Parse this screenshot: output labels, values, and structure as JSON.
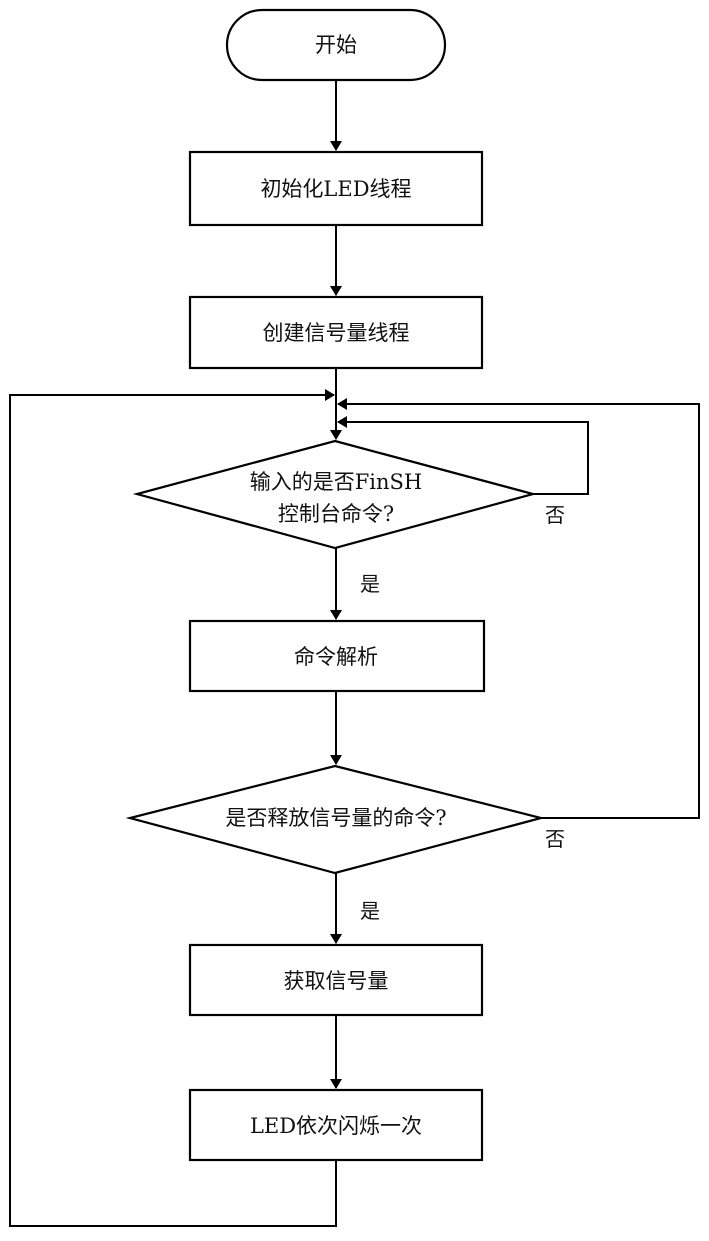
{
  "diagram": {
    "type": "flowchart",
    "nodes": {
      "start": "开始",
      "init_led": "初始化LED线程",
      "create_sem": "创建信号量线程",
      "decision1_line1": "输入的是否FinSH",
      "decision1_line2": "控制台命令?",
      "parse": "命令解析",
      "decision2": "是否释放信号量的命令?",
      "take_sem": "获取信号量",
      "led_blink": "LED依次闪烁一次"
    },
    "labels": {
      "yes1": "是",
      "no1": "否",
      "yes2": "是",
      "no2": "否"
    },
    "colors": {
      "stroke": "#000000",
      "background": "#ffffff"
    }
  }
}
